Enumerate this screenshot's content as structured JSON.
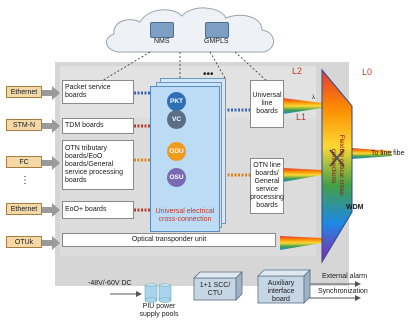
{
  "cloud": {
    "nms": "NMS",
    "gmpls": "GMPLS"
  },
  "inputs": [
    "Ethernet",
    "STM-N",
    "FC",
    "⋮",
    "Ethernet",
    "OTUk"
  ],
  "boards": {
    "packet": "Packet service boards",
    "tdm": "TDM boards",
    "otn_trib": "OTN tributary boards/EoO boards/General service processing boards",
    "eoo_plus": "EoO+ boards",
    "optical_transponder": "Optical transponder unit",
    "universal_line": "Universal line boards",
    "otn_line": "OTN line boards/ General service processing boards"
  },
  "xconnect": {
    "circles": [
      "PKT",
      "VC",
      "ODU",
      "OSU"
    ],
    "label": "Universal electrical cross-connection",
    "dots": "•••"
  },
  "layers": {
    "l2": "L2",
    "l1": "L1",
    "l0": "L0",
    "lambda": "λ"
  },
  "wdm": {
    "flex": "Flexible optical cross-connections",
    "label": "WDM"
  },
  "line_fiber": "To line fibe",
  "bottom": {
    "dc": "-48V/-60V DC",
    "piu": "PIU power supply pools",
    "scc": "1+1 SCC/ CTU",
    "aux": "Auxiliary interface board",
    "ext_alarm": "External alarm",
    "sync": "Synchronization"
  },
  "colors": {
    "input_fill": "#f3d9a8",
    "chassis": "#d6d6d6",
    "xconnect_panel": "#bcdcf5",
    "pkt": "#2f6fb6",
    "vc": "#5a6f86",
    "odu": "#ef9b1d",
    "osu": "#7a6ab4",
    "accent_red": "#c0392b"
  }
}
